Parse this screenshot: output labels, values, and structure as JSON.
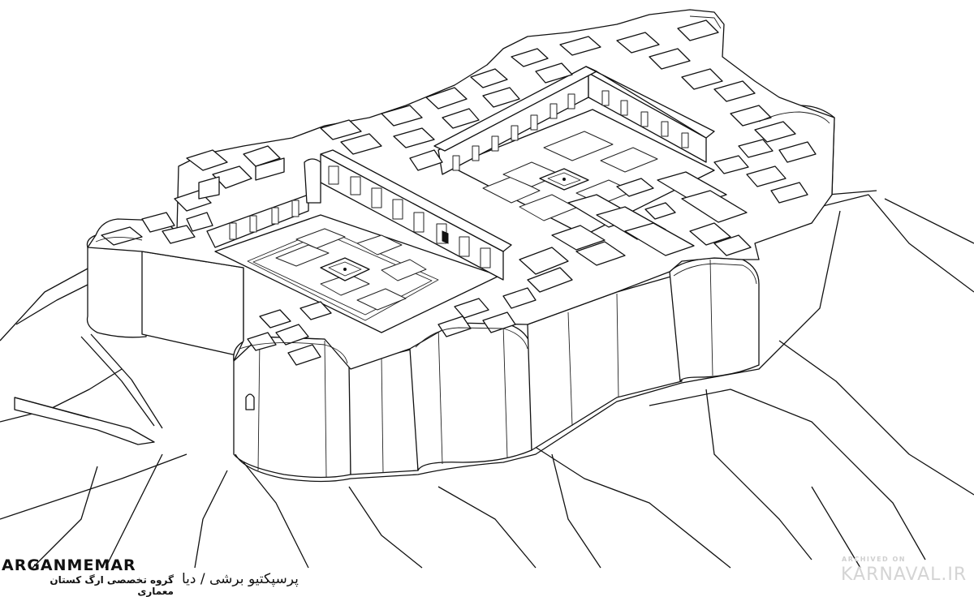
{
  "logo": {
    "main": "ARGANMEMAR",
    "sub": "گروه تخصصی ارگ کستان معماری"
  },
  "caption": "پرسپکتیو برشی / دیا",
  "watermark": {
    "small": "ARCHIVED ON",
    "big": "KARNAVAL.IR"
  }
}
